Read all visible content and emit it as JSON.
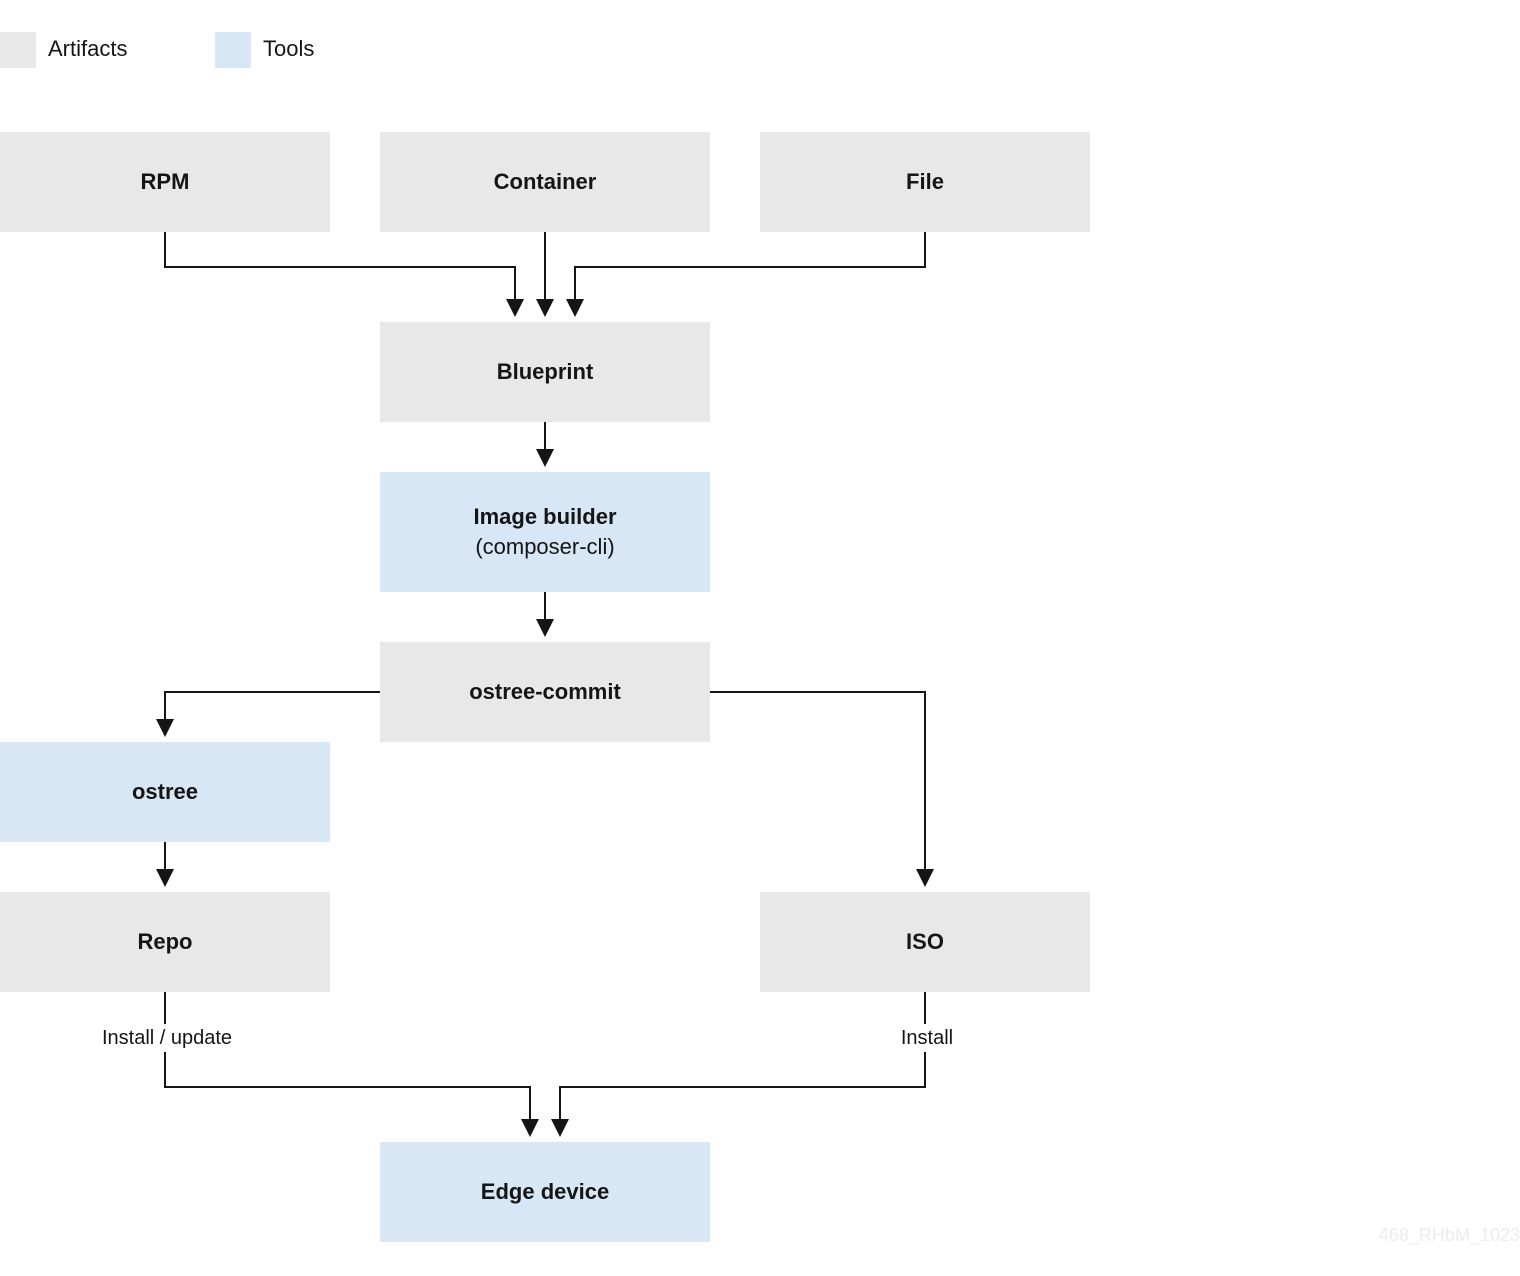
{
  "legend": {
    "artifacts": {
      "label": "Artifacts",
      "color": "#e8e8e8"
    },
    "tools": {
      "label": "Tools",
      "color": "#d8e7f6"
    }
  },
  "nodes": {
    "rpm": {
      "label": "RPM",
      "kind": "artifact"
    },
    "container": {
      "label": "Container",
      "kind": "artifact"
    },
    "file": {
      "label": "File",
      "kind": "artifact"
    },
    "blueprint": {
      "label": "Blueprint",
      "kind": "artifact"
    },
    "image_builder": {
      "label": "Image builder",
      "sublabel": "(composer-cli)",
      "kind": "tool"
    },
    "ostree_commit": {
      "label": "ostree-commit",
      "kind": "artifact"
    },
    "ostree": {
      "label": "ostree",
      "kind": "tool"
    },
    "repo": {
      "label": "Repo",
      "kind": "artifact"
    },
    "iso": {
      "label": "ISO",
      "kind": "artifact"
    },
    "edge_device": {
      "label": "Edge device",
      "kind": "tool"
    }
  },
  "edges": [
    {
      "from": "rpm",
      "to": "blueprint"
    },
    {
      "from": "container",
      "to": "blueprint"
    },
    {
      "from": "file",
      "to": "blueprint"
    },
    {
      "from": "blueprint",
      "to": "image_builder"
    },
    {
      "from": "image_builder",
      "to": "ostree_commit"
    },
    {
      "from": "ostree_commit",
      "to": "ostree"
    },
    {
      "from": "ostree_commit",
      "to": "iso"
    },
    {
      "from": "ostree",
      "to": "repo"
    },
    {
      "from": "repo",
      "to": "edge_device",
      "label": "Install / update"
    },
    {
      "from": "iso",
      "to": "edge_device",
      "label": "Install"
    }
  ],
  "edge_labels": {
    "repo_install": "Install / update",
    "iso_install": "Install"
  },
  "colors": {
    "artifact": "#e8e8e8",
    "tool": "#d8e7f6",
    "connector": "#151515"
  },
  "watermark": "468_RHbM_1023"
}
